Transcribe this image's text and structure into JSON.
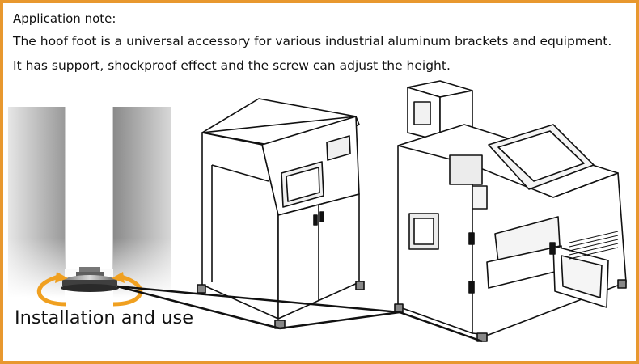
{
  "application_note": {
    "heading": "Application note:",
    "line_1": "The hoof foot is a universal accessory for various industrial aluminum brackets and equipment.",
    "line_2": "It has support, shockproof effect and the screw can adjust the height."
  },
  "caption": "Installation and use",
  "colors": {
    "border": "#e8982f",
    "arrow": "#f0a020",
    "line": "#111111"
  },
  "icons": [
    "hoof-foot-photo",
    "rotation-arrow-left-icon",
    "rotation-arrow-right-icon",
    "cabinet-illustration",
    "machine-illustration"
  ]
}
